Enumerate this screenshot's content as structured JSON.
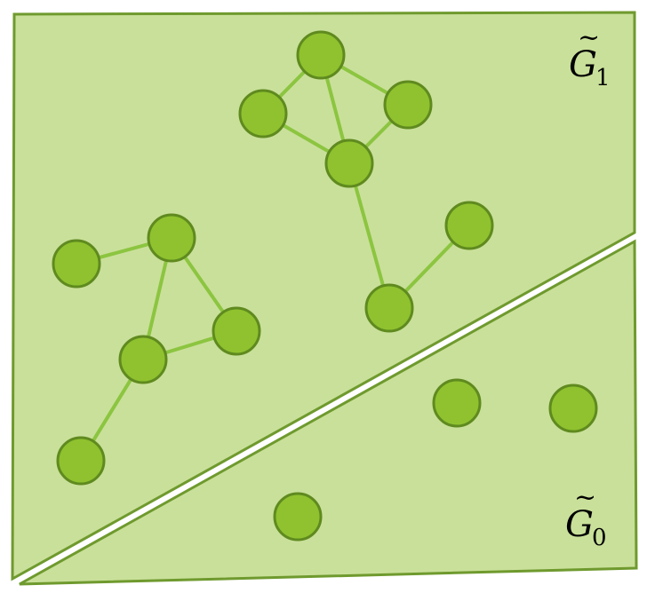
{
  "diagram": {
    "regions": [
      {
        "id": "G1",
        "label_base": "G",
        "label_accent": "~",
        "label_sub": "1"
      },
      {
        "id": "G0",
        "label_base": "G",
        "label_accent": "~",
        "label_sub": "0"
      }
    ],
    "colors": {
      "region_fill": "#c9e09a",
      "region_stroke": "#6f9a2e",
      "node_fill": "#8fc22e",
      "node_stroke": "#5f8a1f",
      "edge": "#8cc540"
    }
  }
}
